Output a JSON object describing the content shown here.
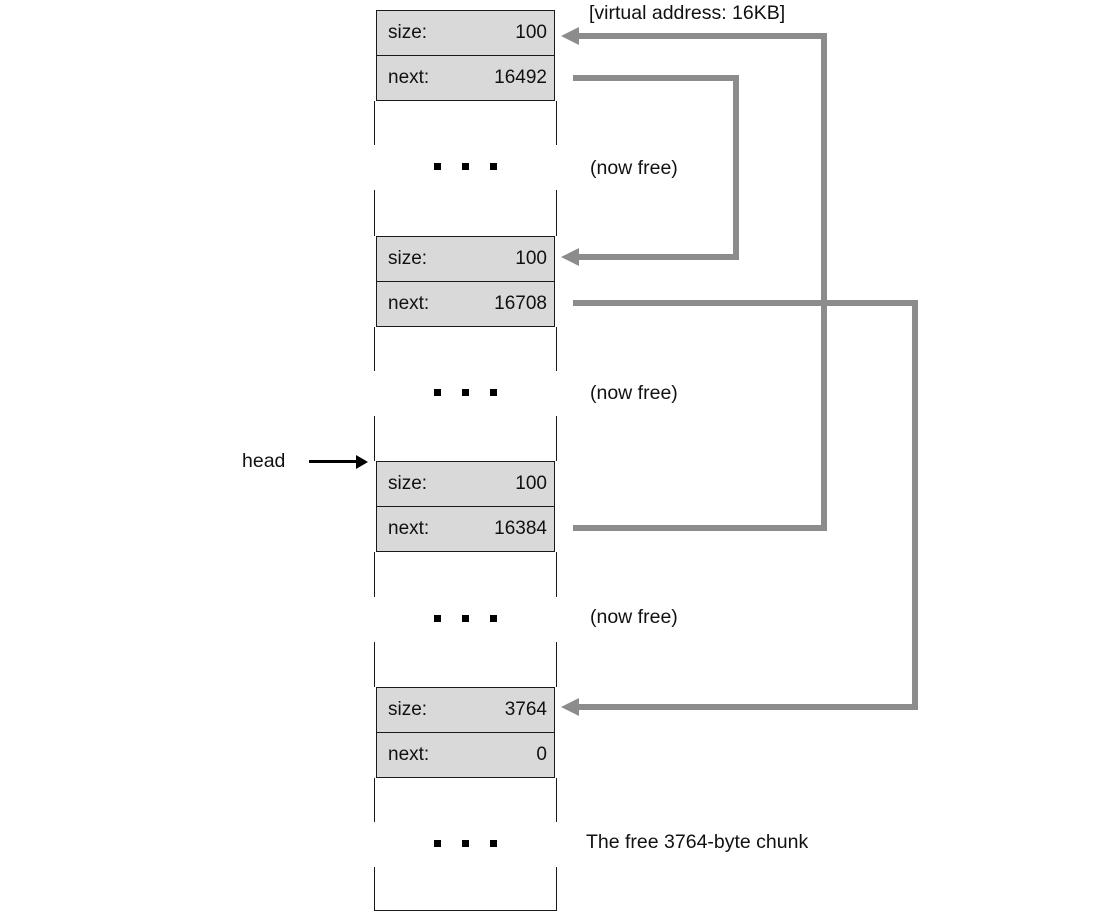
{
  "title_annotation": "[virtual address: 16KB]",
  "head_pointer": {
    "label": "head"
  },
  "chunks": [
    {
      "size_label": "size:",
      "size_value": "100",
      "next_label": "next:",
      "next_value": "16492"
    },
    {
      "size_label": "size:",
      "size_value": "100",
      "next_label": "next:",
      "next_value": "16708"
    },
    {
      "size_label": "size:",
      "size_value": "100",
      "next_label": "next:",
      "next_value": "16384"
    },
    {
      "size_label": "size:",
      "size_value": "3764",
      "next_label": "next:",
      "next_value": "0"
    }
  ],
  "annotations": {
    "now_free": "(now free)",
    "bottom_caption": "The free 3764-byte chunk"
  },
  "colors": {
    "chunk_fill": "#d9d9d9",
    "pointer_arrow": "#8c8c8c",
    "outline": "#1a1a1a",
    "head_arrow": "#000000"
  }
}
